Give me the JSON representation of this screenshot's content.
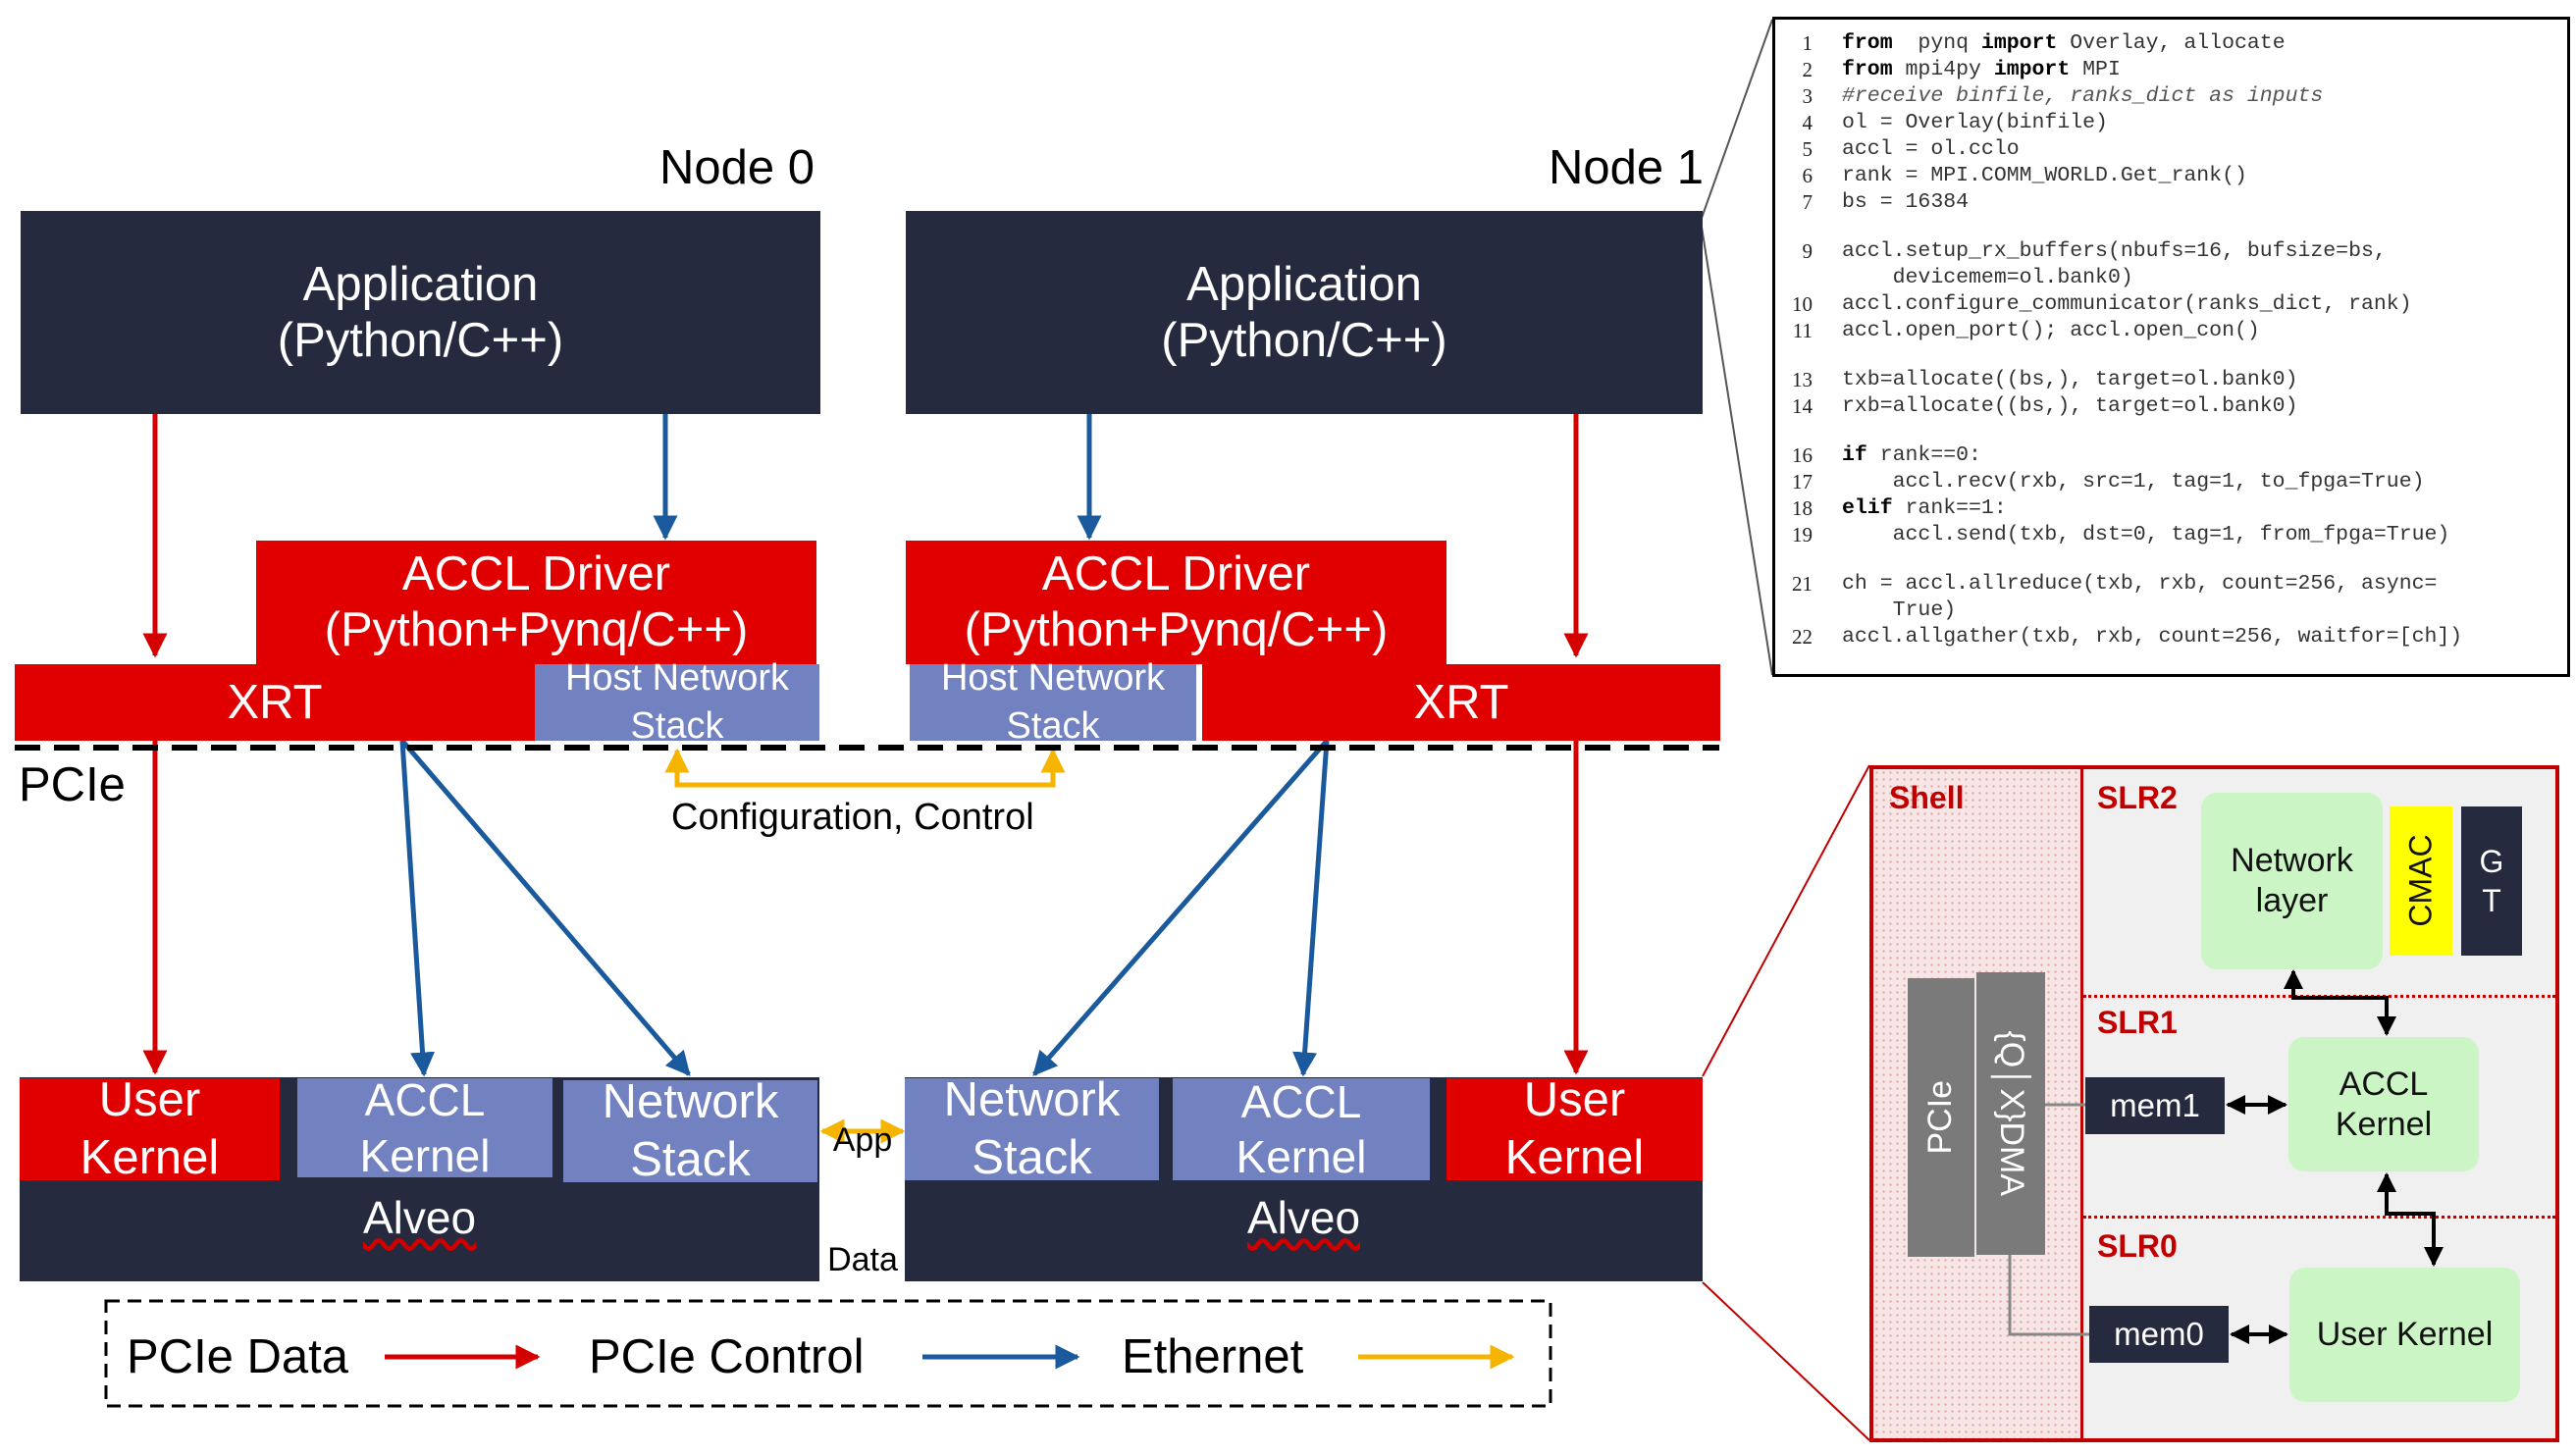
{
  "nodes": {
    "node0": "Node 0",
    "node1": "Node 1"
  },
  "node0": {
    "application": [
      "Application",
      "(Python/C++)"
    ],
    "driver": [
      "ACCL Driver",
      "(Python+Pynq/C++)"
    ],
    "xrt": "XRT",
    "host_network_stack": [
      "Host Network",
      "Stack"
    ],
    "user_kernel": [
      "User",
      "Kernel"
    ],
    "accl_kernel": [
      "ACCL",
      "Kernel"
    ],
    "network_stack": [
      "Network",
      "Stack"
    ],
    "alveo": "Alveo"
  },
  "node1": {
    "application": [
      "Application",
      "(Python/C++)"
    ],
    "driver": [
      "ACCL Driver",
      "(Python+Pynq/C++)"
    ],
    "xrt": "XRT",
    "host_network_stack": [
      "Host Network",
      "Stack"
    ],
    "user_kernel": [
      "User",
      "Kernel"
    ],
    "accl_kernel": [
      "ACCL",
      "Kernel"
    ],
    "network_stack": [
      "Network",
      "Stack"
    ],
    "alveo": "Alveo"
  },
  "pcie_label": "PCIe",
  "config_label": "Configuration, Control",
  "app_data_label": [
    "App",
    "Data"
  ],
  "legend": {
    "pcie_data": "PCIe Data",
    "pcie_control": "PCIe Control",
    "ethernet": "Ethernet"
  },
  "colors": {
    "pcie_data": "#d40000",
    "pcie_control": "#1a5a9c",
    "ethernet": "#f5b400",
    "dark": "#262a3f",
    "red": "#e00000",
    "blue": "#7282c0"
  },
  "code": [
    {
      "n": "1",
      "t": [
        [
          "kw",
          "from"
        ],
        [
          "",
          "  pynq "
        ],
        [
          "kw",
          "import"
        ],
        [
          "",
          " Overlay, allocate"
        ]
      ]
    },
    {
      "n": "2",
      "t": [
        [
          "kw",
          "from"
        ],
        [
          "",
          " mpi4py "
        ],
        [
          "kw",
          "import"
        ],
        [
          "",
          " MPI"
        ]
      ]
    },
    {
      "n": "3",
      "t": [
        [
          "cm",
          "#receive binfile, ranks_dict as inputs"
        ]
      ]
    },
    {
      "n": "4",
      "t": [
        [
          "",
          "ol = Overlay(binfile)"
        ]
      ]
    },
    {
      "n": "5",
      "t": [
        [
          "",
          "accl = ol.cclo"
        ]
      ]
    },
    {
      "n": "6",
      "t": [
        [
          "",
          "rank = MPI.COMM_WORLD.Get_rank()"
        ]
      ]
    },
    {
      "n": "7",
      "t": [
        [
          "",
          "bs = 16384"
        ]
      ]
    },
    {
      "n": "9",
      "t": [
        [
          "",
          "accl.setup_rx_buffers(nbufs=16, bufsize=bs,"
        ]
      ]
    },
    {
      "n": "",
      "t": [
        [
          "",
          "    devicemem=ol.bank0)"
        ]
      ]
    },
    {
      "n": "10",
      "t": [
        [
          "",
          "accl.configure_communicator(ranks_dict, rank)"
        ]
      ]
    },
    {
      "n": "11",
      "t": [
        [
          "",
          "accl.open_port(); accl.open_con()"
        ]
      ]
    },
    {
      "n": "13",
      "t": [
        [
          "",
          "txb=allocate((bs,), target=ol.bank0)"
        ]
      ]
    },
    {
      "n": "14",
      "t": [
        [
          "",
          "rxb=allocate((bs,), target=ol.bank0)"
        ]
      ]
    },
    {
      "n": "16",
      "t": [
        [
          "kw",
          "if"
        ],
        [
          "",
          " rank==0:"
        ]
      ]
    },
    {
      "n": "17",
      "t": [
        [
          "",
          "    accl.recv(rxb, src=1, tag=1, to_fpga=True)"
        ]
      ]
    },
    {
      "n": "18",
      "t": [
        [
          "kw",
          "elif"
        ],
        [
          "",
          " rank==1:"
        ]
      ]
    },
    {
      "n": "19",
      "t": [
        [
          "",
          "    accl.send(txb, dst=0, tag=1, from_fpga=True)"
        ]
      ]
    },
    {
      "n": "21",
      "t": [
        [
          "",
          "ch = accl.allreduce(txb, rxb, count=256, async="
        ]
      ]
    },
    {
      "n": "",
      "t": [
        [
          "",
          "    True)"
        ]
      ]
    },
    {
      "n": "22",
      "t": [
        [
          "",
          "accl.allgather(txb, rxb, count=256, waitfor=[ch])"
        ]
      ]
    }
  ],
  "fpga": {
    "shell": "Shell",
    "slr2": "SLR2",
    "slr1": "SLR1",
    "slr0": "SLR0",
    "pcie": "PCIe",
    "dma": "{Q│X}DMA",
    "network_layer": [
      "Network",
      "layer"
    ],
    "cmac": "CMAC",
    "gt": [
      "G",
      "T"
    ],
    "accl_kernel": [
      "ACCL",
      "Kernel"
    ],
    "mem1": "mem1",
    "mem0": "mem0",
    "user_kernel": "User Kernel"
  }
}
